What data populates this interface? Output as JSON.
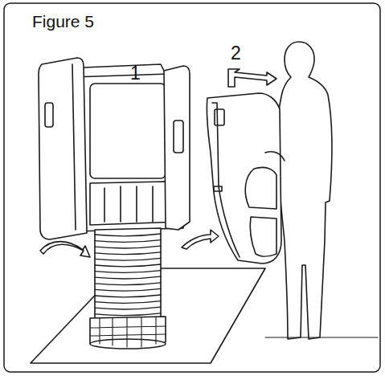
{
  "diagram": {
    "title": "Figure 5",
    "labels": [
      "1",
      "2"
    ]
  }
}
